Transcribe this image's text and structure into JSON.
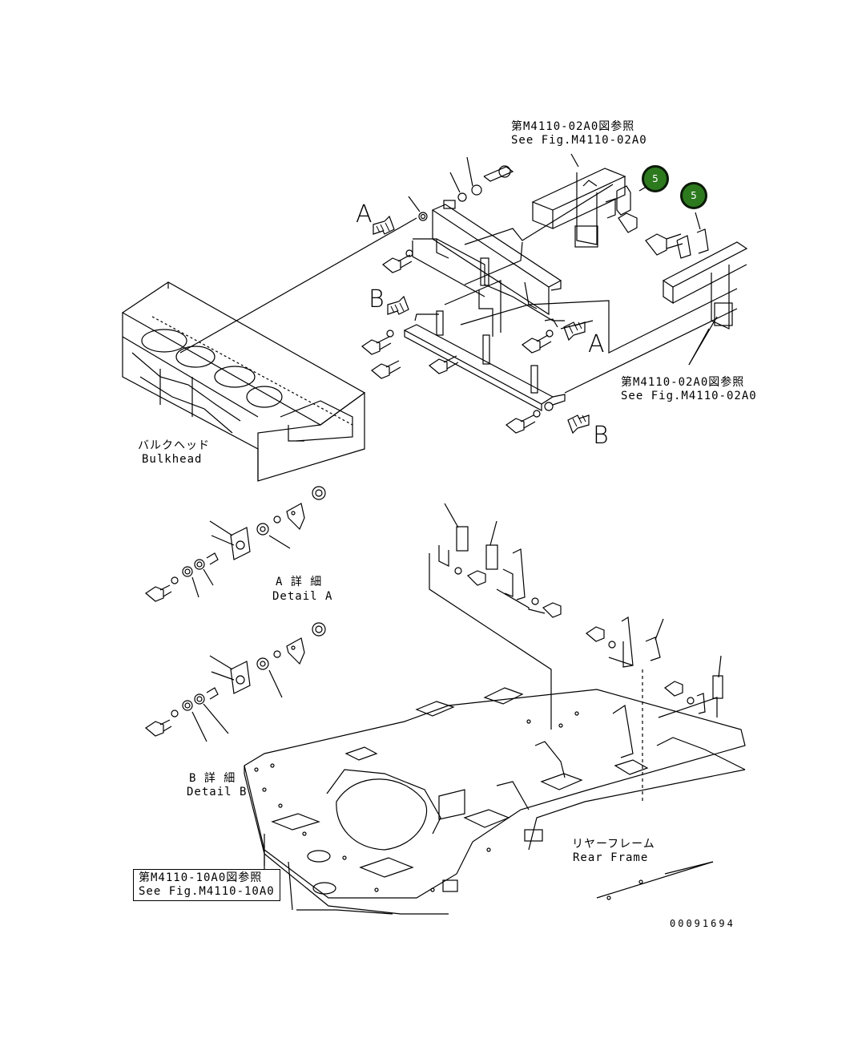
{
  "labels": {
    "see_fig_top_jp": "第M4110-02A0図参照",
    "see_fig_top_en": "See Fig.M4110-02A0",
    "see_fig_mid_jp": "第M4110-02A0図参照",
    "see_fig_mid_en": "See Fig.M4110-02A0",
    "see_fig_bottom_jp": "第M4110-10A0図参照",
    "see_fig_bottom_en": "See Fig.M4110-10A0",
    "bulkhead_jp": "バルクヘッド",
    "bulkhead_en": "Bulkhead",
    "detail_a_jp": "A 詳 細",
    "detail_a_en": "Detail A",
    "detail_b_jp": "B 詳 細",
    "detail_b_en": "Detail B",
    "rear_frame_jp": "リヤーフレーム",
    "rear_frame_en": "Rear Frame",
    "drawing_number": "00091694"
  },
  "view_markers": {
    "a_top": "A",
    "b_top": "B",
    "a_right": "A",
    "b_bottom": "B"
  },
  "callouts": [
    "5",
    "5"
  ],
  "colors": {
    "callout_fill": "#2d7a1e",
    "line": "#000000",
    "background": "#ffffff"
  }
}
